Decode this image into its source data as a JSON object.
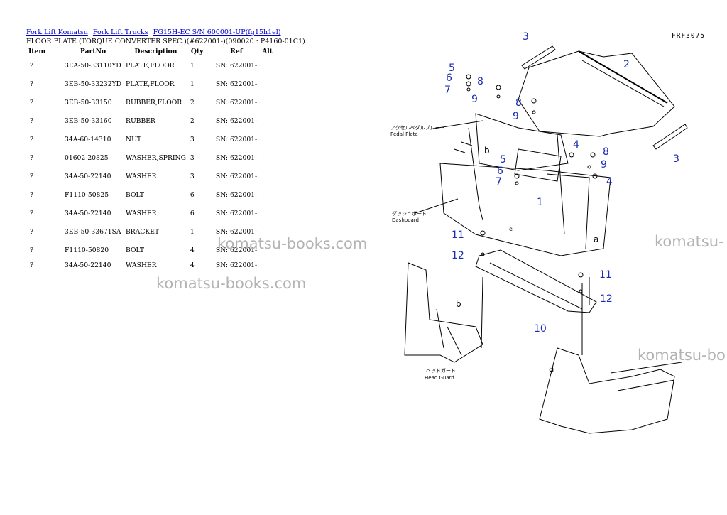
{
  "breadcrumb": [
    {
      "label": "Fork Lift Komatsu"
    },
    {
      "label": "Fork Lift Trucks"
    },
    {
      "label": "FG15H-EC S/N 600001-UP(fg15h1el)"
    }
  ],
  "page_title": "FLOOR PLATE (TORQUE CONVERTER SPEC.)(#622001-)(090020 : P4160-01C1)",
  "table": {
    "headers": [
      "Item",
      "PartNo",
      "Description",
      "Qty",
      "Ref",
      "Alt"
    ],
    "rows": [
      {
        "item": "?",
        "part": "3EA-50-33110YD",
        "desc": "PLATE,FLOOR",
        "qty": "1",
        "ref": "SN: 622001-",
        "alt": ""
      },
      {
        "item": "?",
        "part": "3EB-50-33232YD",
        "desc": "PLATE,FLOOR",
        "qty": "1",
        "ref": "SN: 622001-",
        "alt": ""
      },
      {
        "item": "?",
        "part": "3EB-50-33150",
        "desc": "RUBBER,FLOOR",
        "qty": "2",
        "ref": "SN: 622001-",
        "alt": ""
      },
      {
        "item": "?",
        "part": "3EB-50-33160",
        "desc": "RUBBER",
        "qty": "2",
        "ref": "SN: 622001-",
        "alt": ""
      },
      {
        "item": "?",
        "part": "34A-60-14310",
        "desc": "NUT",
        "qty": "3",
        "ref": "SN: 622001-",
        "alt": ""
      },
      {
        "item": "?",
        "part": "01602-20825",
        "desc": "WASHER,SPRING",
        "qty": "3",
        "ref": "SN: 622001-",
        "alt": ""
      },
      {
        "item": "?",
        "part": "34A-50-22140",
        "desc": "WASHER",
        "qty": "3",
        "ref": "SN: 622001-",
        "alt": ""
      },
      {
        "item": "?",
        "part": "F1110-50825",
        "desc": "BOLT",
        "qty": "6",
        "ref": "SN: 622001-",
        "alt": ""
      },
      {
        "item": "?",
        "part": "34A-50-22140",
        "desc": "WASHER",
        "qty": "6",
        "ref": "SN: 622001-",
        "alt": ""
      },
      {
        "item": "?",
        "part": "3EB-50-33671SA",
        "desc": "BRACKET",
        "qty": "1",
        "ref": "SN: 622001-",
        "alt": ""
      },
      {
        "item": "?",
        "part": "F1110-50820",
        "desc": "BOLT",
        "qty": "4",
        "ref": "SN: 622001-",
        "alt": ""
      },
      {
        "item": "?",
        "part": "34A-50-22140",
        "desc": "WASHER",
        "qty": "4",
        "ref": "SN: 622001-",
        "alt": ""
      }
    ]
  },
  "watermark_text": "komatsu-books.com",
  "watermark_text_cut1": "komatsu-",
  "watermark_text_cut2": "komatsu-bo",
  "figure_id": "FRF3075",
  "diagram": {
    "numbers": [
      "3",
      "2",
      "3",
      "5",
      "6",
      "7",
      "8",
      "9",
      "8",
      "9",
      "4",
      "8",
      "9",
      "5",
      "6",
      "7",
      "4",
      "1",
      "11",
      "12",
      "11",
      "12",
      "10"
    ],
    "letters": [
      "b",
      "a",
      "b",
      "a"
    ],
    "small_labels": [
      "e"
    ],
    "labels": [
      {
        "jp": "アクセルペダルプレート",
        "en": "Pedal Plate"
      },
      {
        "jp": "ダッシュボード",
        "en": "Dashboard"
      },
      {
        "jp": "ヘッドガード",
        "en": "Head Guard"
      }
    ]
  },
  "colors": {
    "link": "#0000cc",
    "callout": "#1a2bb5",
    "watermark": "#b3b3b3",
    "line": "#000000"
  }
}
